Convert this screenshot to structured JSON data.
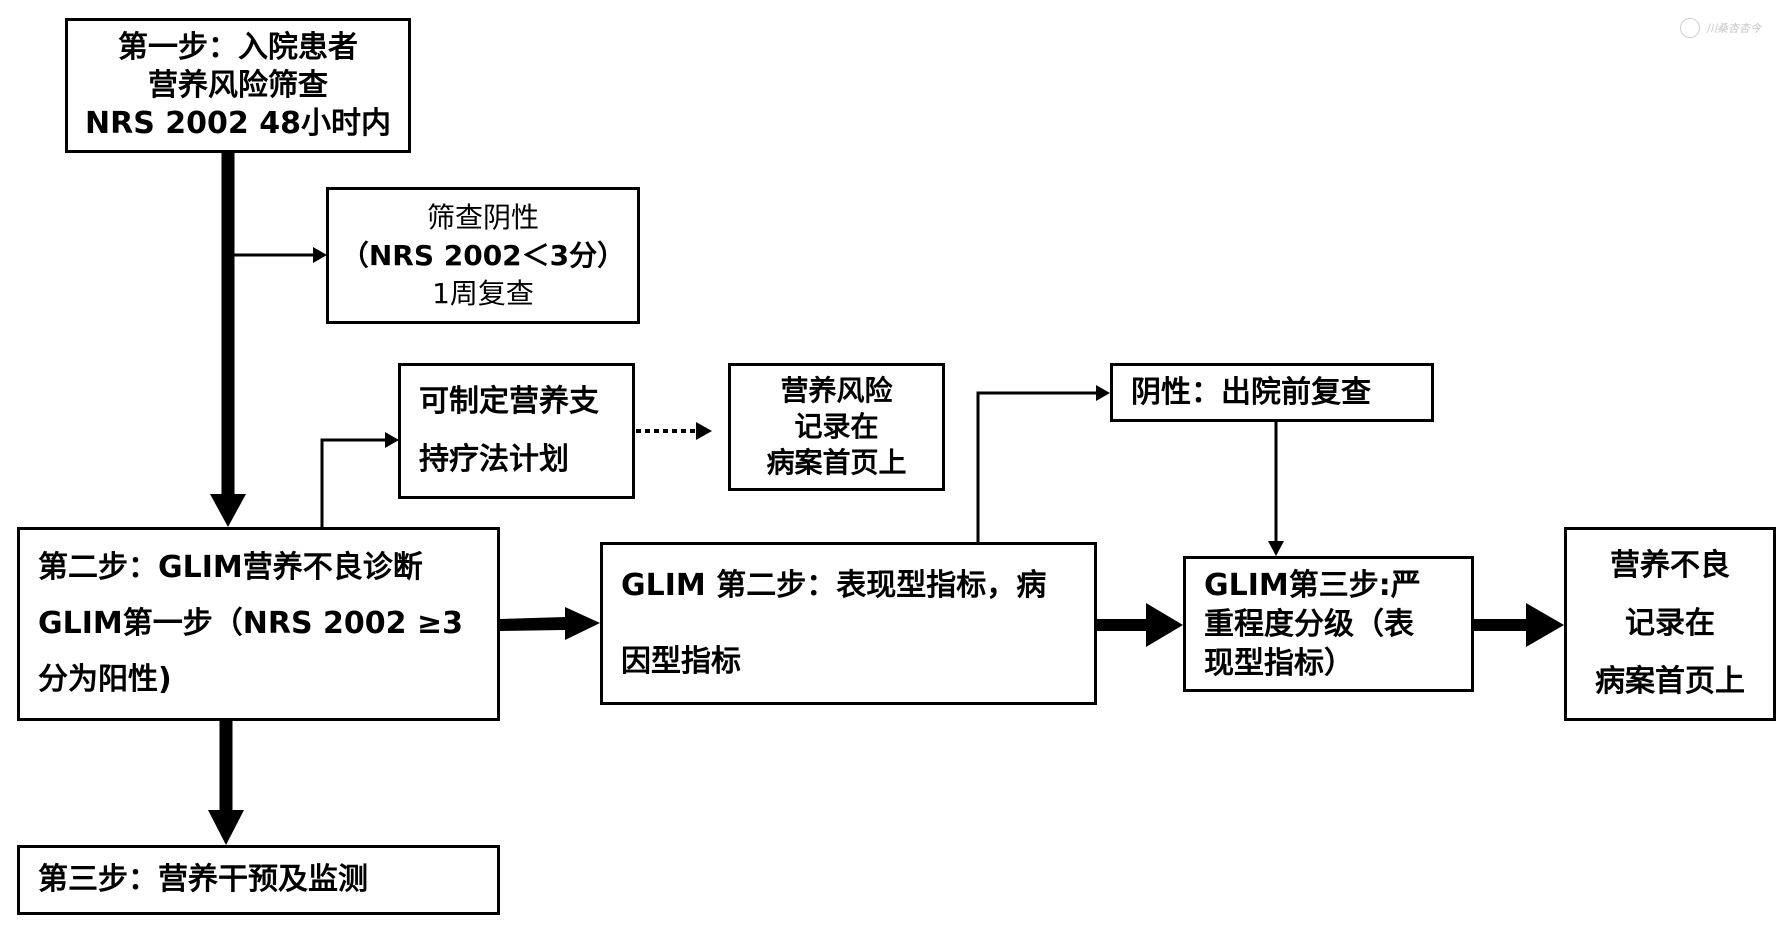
{
  "watermark": {
    "text": "川桑杏杏今"
  },
  "boxes": {
    "step1": {
      "lines": [
        "第一步：入院患者",
        "营养风险筛查",
        "NRS 2002 48小时内"
      ]
    },
    "screen_negative": {
      "lines": [
        "筛查阴性",
        "（NRS 2002＜3分）",
        "1周复查"
      ]
    },
    "support_plan": {
      "lines": [
        "可制定营养支",
        "持疗法计划"
      ]
    },
    "risk_record": {
      "lines": [
        "营养风险",
        "记录在",
        "病案首页上"
      ]
    },
    "negative_discharge": {
      "lines": [
        "阴性：出院前复查"
      ]
    },
    "step2": {
      "lines": [
        "第二步：GLIM营养不良诊断",
        "GLIM第一步（NRS 2002 ≥3",
        "分为阳性)"
      ]
    },
    "glim_step2": {
      "lines": [
        "GLIM 第二步：表现型指标，病",
        "因型指标"
      ]
    },
    "glim_step3": {
      "lines": [
        "GLIM第三步:严",
        "重程度分级（表",
        "现型指标）"
      ]
    },
    "malnutrition_record": {
      "lines": [
        "营养不良",
        "记录在",
        "病案首页上"
      ]
    },
    "step3": {
      "lines": [
        "第三步：营养干预及监测"
      ]
    }
  },
  "colors": {
    "stroke": "#000000",
    "background": "#ffffff",
    "watermark": "#c8c8c8"
  }
}
